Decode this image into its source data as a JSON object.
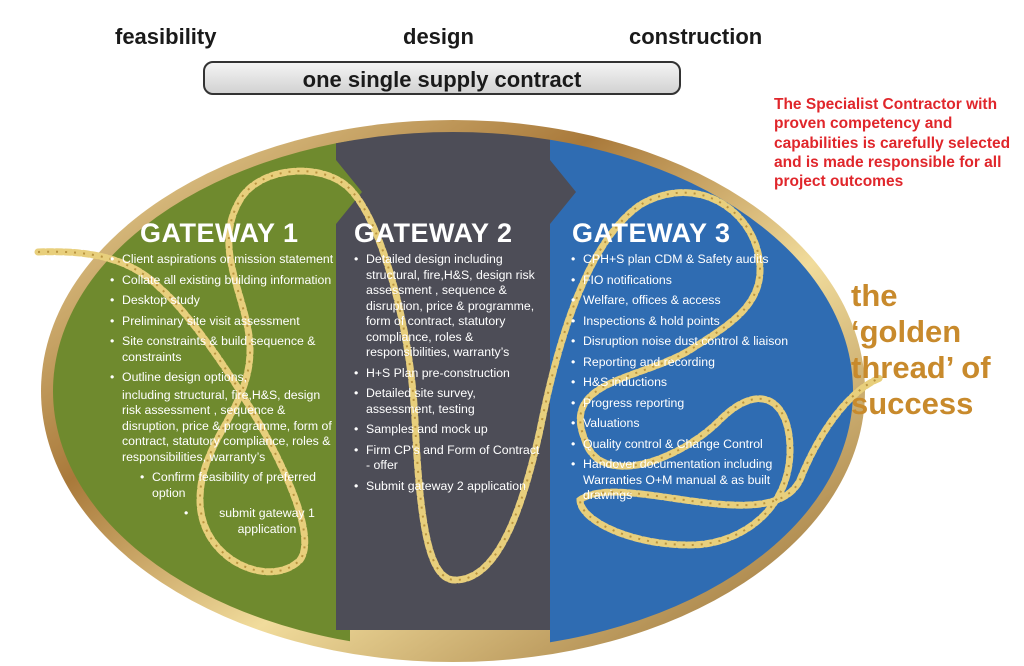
{
  "phases": [
    "feasibility",
    "design",
    "construction"
  ],
  "contract_label": "one single supply contract",
  "callout": "The Specialist Contractor with proven competency and capabilities is carefully selected and is made responsible for all project outcomes",
  "golden_thread": [
    "the",
    "‘golden",
    "thread’ of",
    "success"
  ],
  "gateways": [
    {
      "title": "GATEWAY 1",
      "items": [
        "Client aspirations or mission statement",
        "Collate all existing building information",
        "Desktop study",
        "Preliminary site visit assessment",
        "Site constraints & build sequence & constraints",
        "Outline design options,",
        "including structural, fire,H&S, design risk assessment , sequence & disruption, price & programme, form of contract, statutory compliance, roles & responsibilities, warranty’s",
        "Confirm feasibility of preferred option",
        "submit gateway 1 application"
      ]
    },
    {
      "title": "GATEWAY 2",
      "items": [
        "Detailed design including structural, fire,H&S, design risk assessment , sequence & disruption, price & programme, form of contract, statutory compliance, roles & responsibilities, warranty’s",
        "H+S Plan pre-construction",
        "Detailed site survey, assessment, testing",
        "Samples and mock up",
        "Firm CP’s and Form of Contract - offer",
        "Submit gateway 2 application"
      ]
    },
    {
      "title": "GATEWAY 3",
      "items": [
        "CPH+S plan CDM & Safety audits",
        "FIO notifications",
        "Welfare, offices & access",
        "Inspections & hold points",
        "Disruption noise dust control & liaison",
        "Reporting and recording",
        "H&S inductions",
        "Progress reporting",
        "Valuations",
        "Quality control & Change Control",
        "Handover documentation including Warranties O+M manual & as built drawings"
      ]
    }
  ],
  "colors": {
    "gateway1": "#6f8a2e",
    "gateway2": "#4d4d57",
    "gateway3": "#2f6cb2",
    "rim": "#b08a4a",
    "thread": "#e8cf7c",
    "callout": "#e0262b",
    "golden_label": "#c88a2c"
  }
}
